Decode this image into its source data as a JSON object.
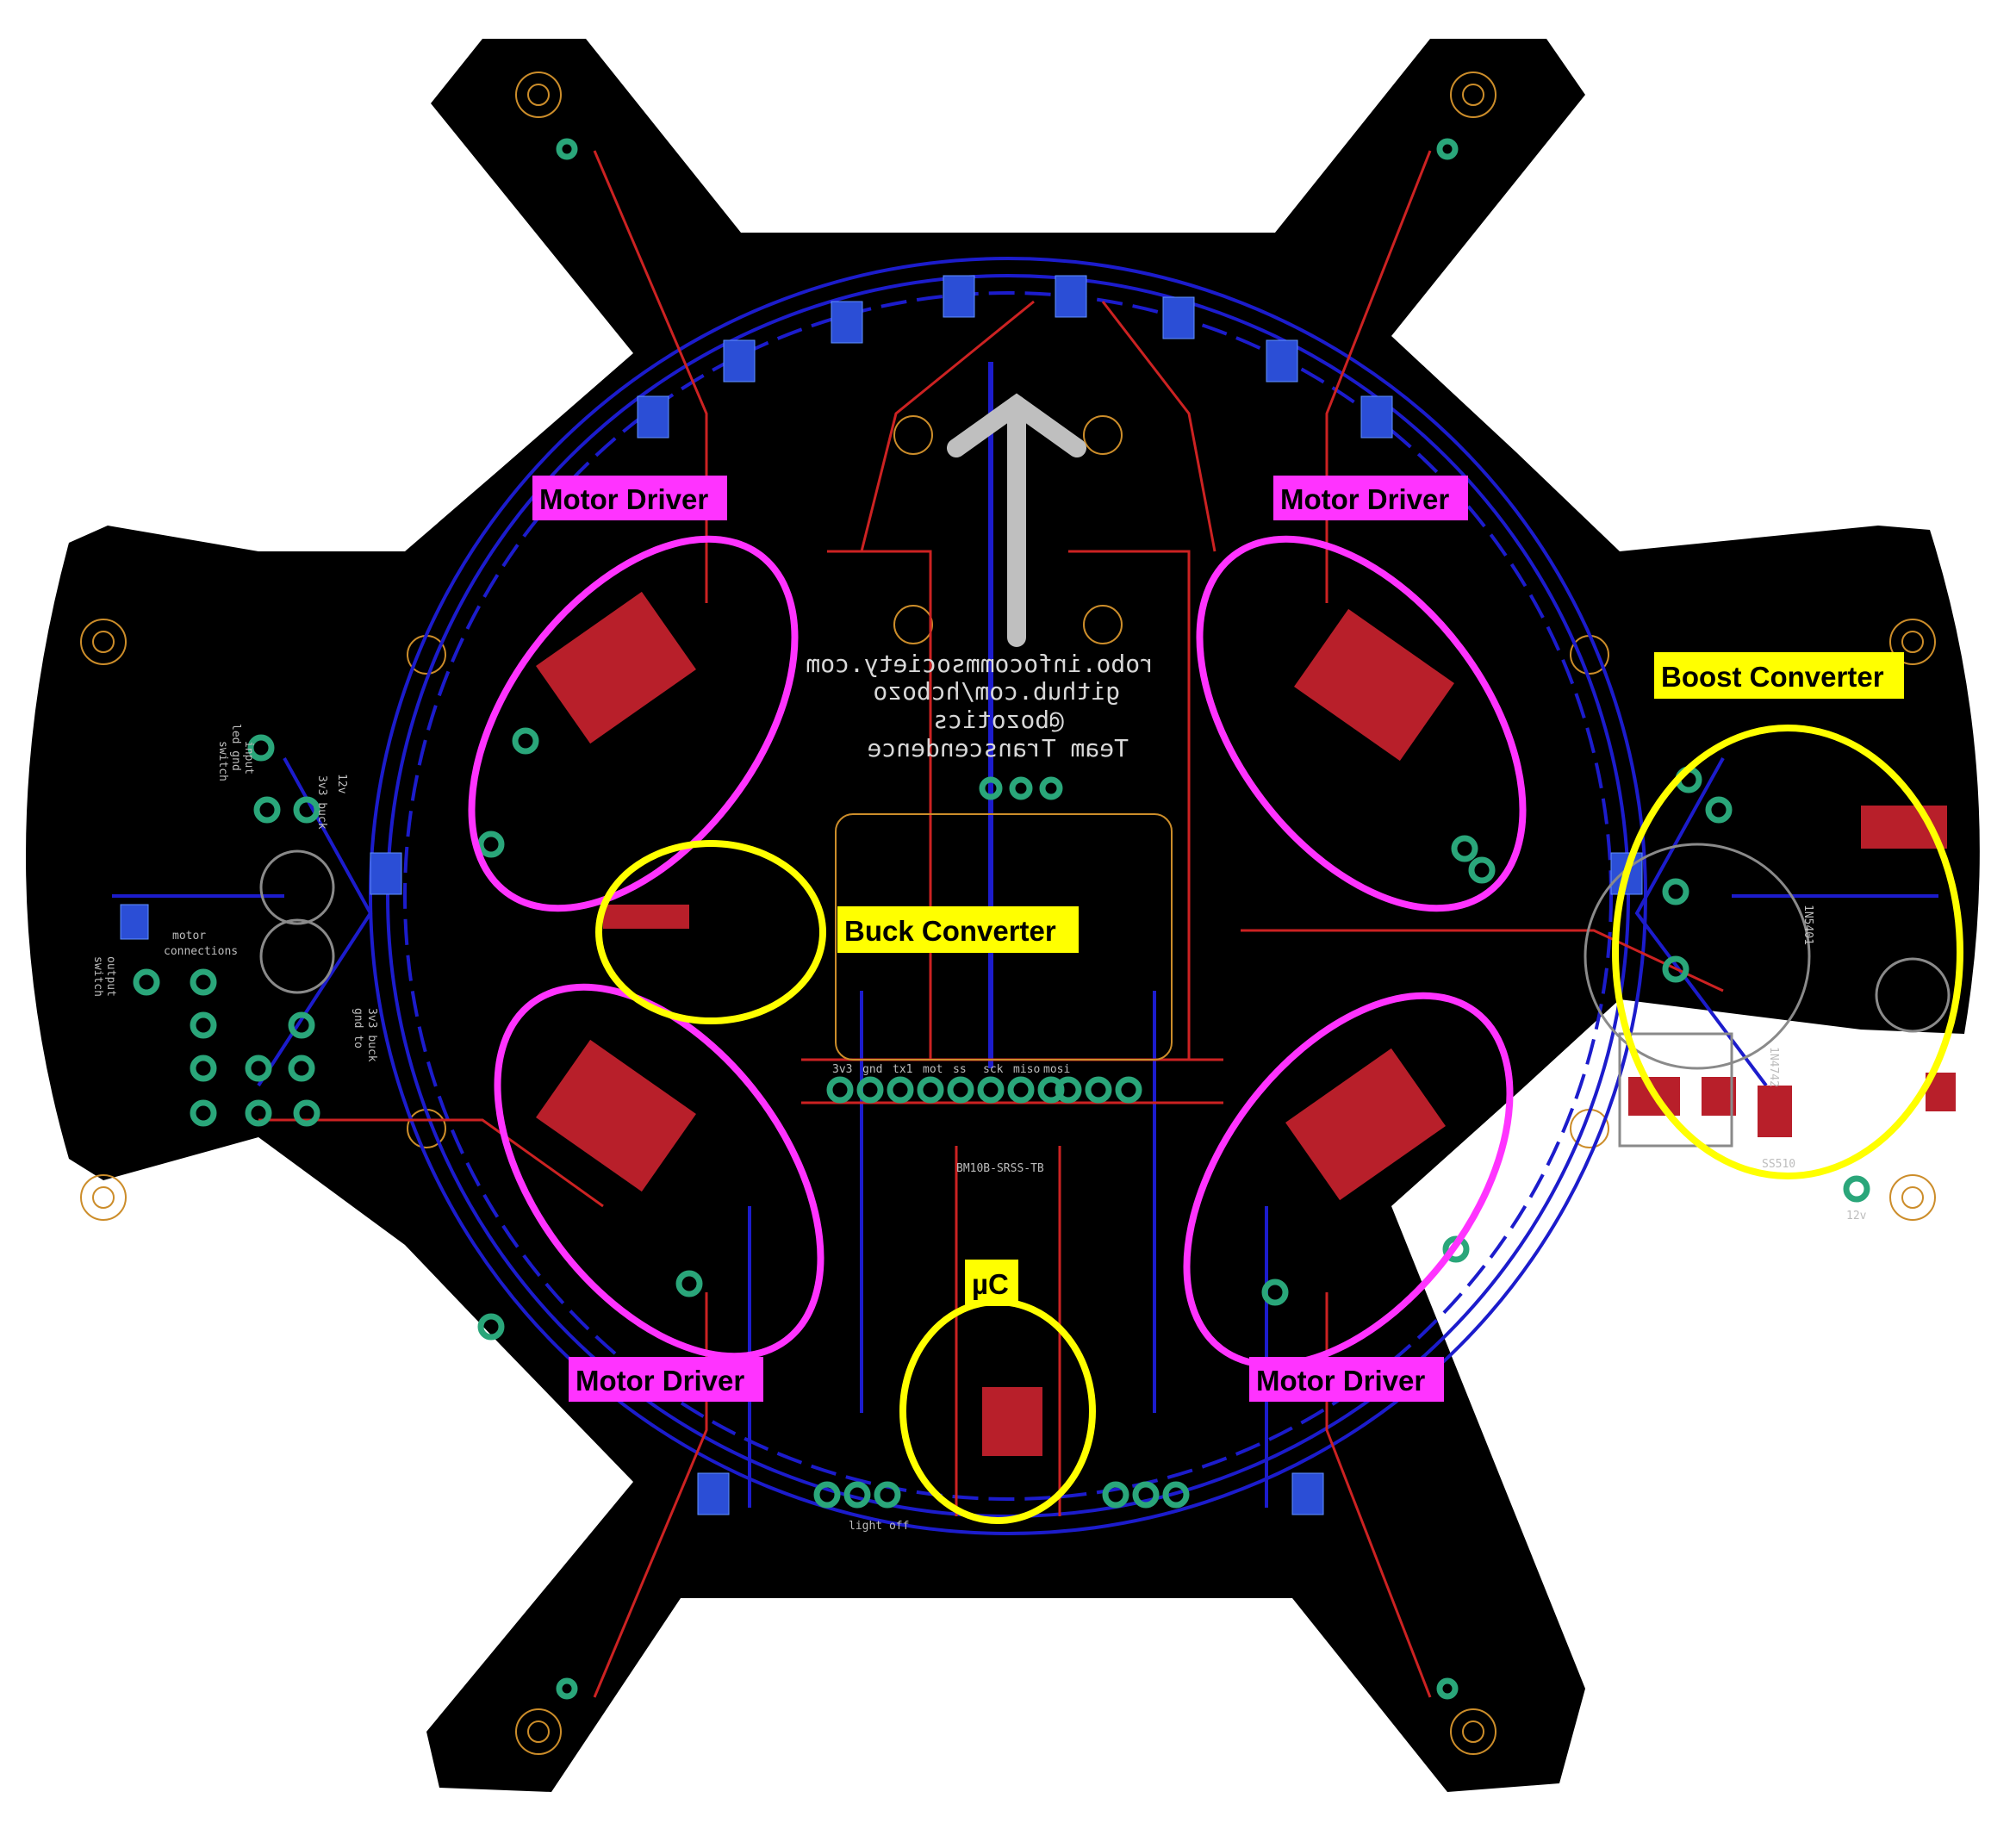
{
  "silkscreen": {
    "lines": [
      "robo.infocommsociety.com",
      "github.com/hcbozo",
      "@bozotics",
      "Team Transcendence"
    ],
    "header_labels": [
      "3v3",
      "gnd",
      "tx1",
      "mot",
      "ss",
      "sck",
      "miso",
      "mosi"
    ],
    "left_labels": [
      "switch",
      "led gnd",
      "input",
      "motor",
      "connections",
      "switch",
      "output",
      "12v",
      "3v3 buck",
      "gnd to",
      "3v3 buck"
    ],
    "misc_labels": [
      "light off",
      "BM10B-SRSS-TB",
      "1N5401",
      "1N4742",
      "SS510",
      "12v"
    ]
  },
  "callouts": {
    "motor_driver_tl": "Motor Driver",
    "motor_driver_tr": "Motor Driver",
    "motor_driver_bl": "Motor Driver",
    "motor_driver_br": "Motor Driver",
    "buck": "Buck Converter",
    "boost": "Boost Converter",
    "uc": "µC"
  },
  "colors": {
    "board": "#000000",
    "top_copper": "#cc2222",
    "bottom_copper": "#1c1ccc",
    "pad_ring": "#2aa67a",
    "motor_ellipse": "#ff33ff",
    "converter_ellipse": "#ffff00",
    "label_magenta": "#ff33ff",
    "label_yellow": "#ffff00"
  }
}
